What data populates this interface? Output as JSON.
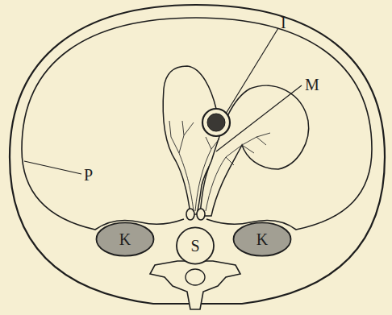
{
  "diagram": {
    "nodes": [
      {
        "text": [
          "K"
        ]
      },
      {
        "text": [
          "S"
        ]
      },
      {
        "text": [
          "K"
        ]
      }
    ],
    "labels": [
      "I",
      "M",
      "P"
    ]
  }
}
